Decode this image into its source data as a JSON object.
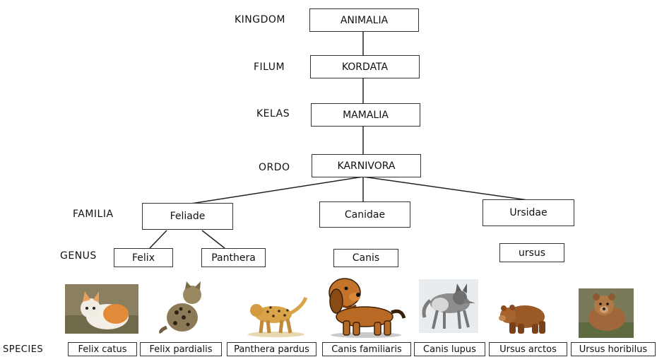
{
  "levels": {
    "kingdom": "KINGDOM",
    "filum": "FILUM",
    "kelas": "KELAS",
    "ordo": "ORDO",
    "familia": "FAMILIA",
    "genus": "GENUS",
    "species": "SPECIES"
  },
  "taxa": {
    "kingdom": "ANIMALIA",
    "filum": "KORDATA",
    "kelas": "MAMALIA",
    "ordo": "KARNIVORA"
  },
  "families": [
    "Feliade",
    "Canidae",
    "Ursidae"
  ],
  "genera": [
    "Felix",
    "Panthera",
    "Canis",
    "ursus"
  ],
  "species": [
    "Felix catus",
    "Felix pardialis",
    "Panthera pardus",
    "Canis familiaris",
    "Canis lupus",
    "Ursus arctos",
    "Ursus horibilus"
  ],
  "images": [
    "kitten-photo",
    "leopard-cat-photo",
    "leopard-photo",
    "dog-photo",
    "wolf-photo",
    "brown-bear-photo",
    "grizzly-bear-photo"
  ]
}
